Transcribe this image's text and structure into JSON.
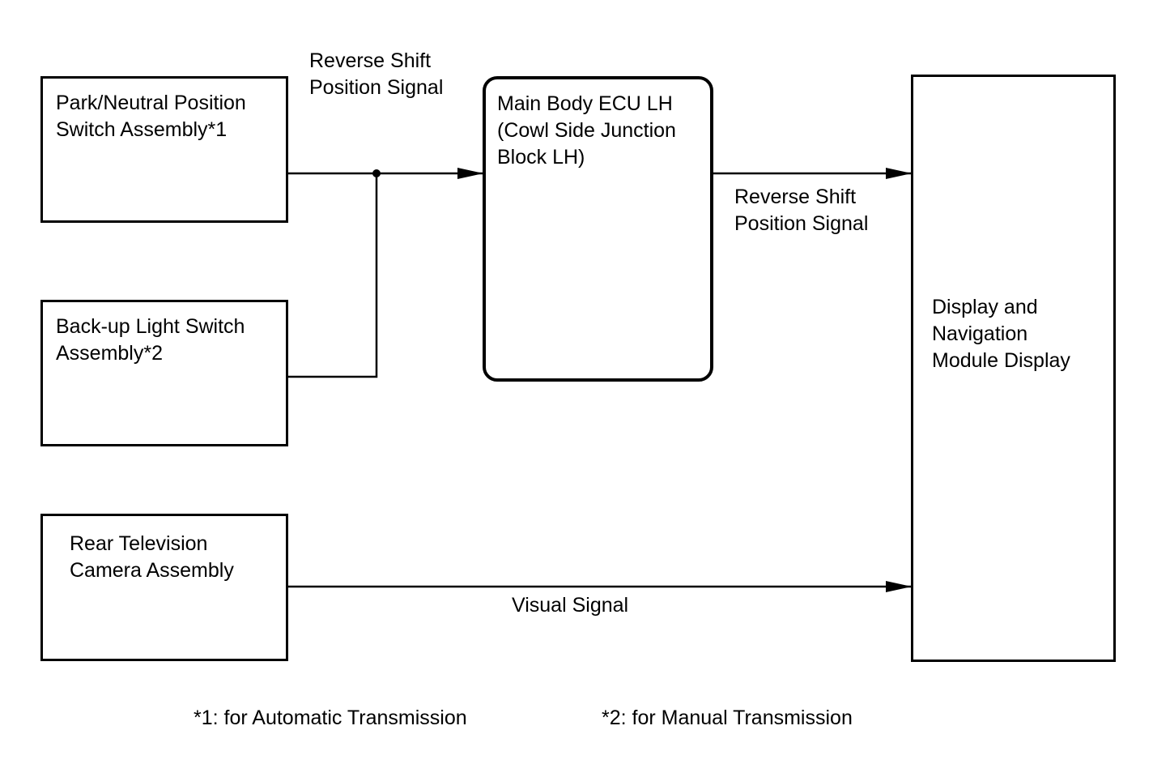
{
  "blocks": {
    "park_neutral": "Park/Neutral Position\nSwitch Assembly*1",
    "backup_light": "Back-up Light Switch\nAssembly*2",
    "rear_camera": "Rear Television\nCamera Assembly",
    "main_body_ecu": "Main Body ECU LH\n(Cowl Side Junction\nBlock LH)",
    "display_nav": "Display and\nNavigation\nModule Display"
  },
  "signals": {
    "reverse_in": "Reverse Shift\nPosition Signal",
    "reverse_out": "Reverse Shift\nPosition Signal",
    "visual": "Visual Signal"
  },
  "footnotes": {
    "note1": "*1: for Automatic Transmission",
    "note2": "*2: for Manual Transmission"
  }
}
